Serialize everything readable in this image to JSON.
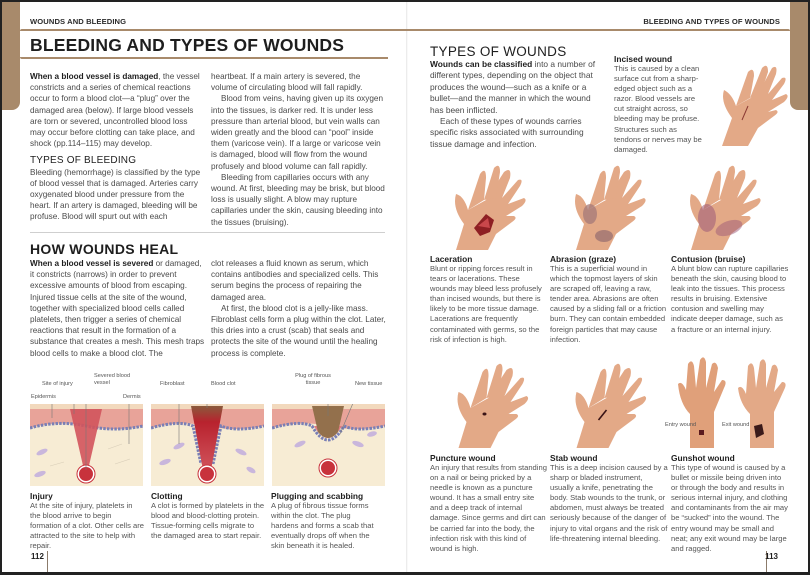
{
  "spread": {
    "left_page": {
      "running_head": "WOUNDS AND BLEEDING",
      "page_title": "BLEEDING AND TYPES OF WOUNDS",
      "intro": {
        "lead": "When a blood vessel is damaged",
        "col1_rest": ", the vessel constricts and a series of chemical reactions occur to form a blood clot—a “plug” over the damaged area (below). If large blood vessels are torn or severed, uncontrolled blood loss may occur before clotting can take place, and shock (pp.114–115) may develop.",
        "types_heading": "TYPES OF BLEEDING",
        "types_text": "Bleeding (hemorrhage) is classified by the type of blood vessel that is damaged. Arteries carry oxygenated blood under pressure from the heart. If an artery is damaged, bleeding will be profuse. Blood will spurt out with each",
        "col2_p1": "heartbeat. If a main artery is severed, the volume of circulating blood will fall rapidly.",
        "col2_p2": "Blood from veins, having given up its oxygen into the tissues, is darker red. It is under less pressure than arterial blood, but vein walls can widen greatly and the blood can “pool” inside them (varicose vein). If a large or varicose vein is damaged, blood will flow from the wound profusely and blood volume can fall rapidly.",
        "col2_p3": "Bleeding from capillaries occurs with any wound. At first, bleeding may be brisk, but blood loss is usually slight. A blow may rupture capillaries under the skin, causing bleeding into the tissues (bruising)."
      },
      "heal": {
        "heading": "HOW WOUNDS HEAL",
        "lead": "When a blood vessel is severed",
        "col1_rest": " or damaged, it constricts (narrows) in order to prevent excessive amounts of blood from escaping. Injured tissue cells at the site of the wound, together with specialized blood cells called platelets, then trigger a series of chemical reactions that result in the formation of a substance that creates a mesh. This mesh traps blood cells to make a blood clot. The",
        "col2_p1": "clot releases a fluid known as serum, which contains antibodies and specialized cells. This serum begins the process of repairing the damaged area.",
        "col2_p2": "At first, the blood clot is a jelly-like mass. Fibroblast cells form a plug within the clot. Later, this dries into a crust (scab) that seals and protects the site of the wound until the healing process is complete."
      },
      "diagrams": [
        {
          "labels": [
            "Site of injury",
            "Severed blood vessel",
            "Epidermis",
            "Dermis"
          ],
          "title": "Injury",
          "text": "At the site of injury, platelets in the blood arrive to begin formation of a clot. Other cells are attracted to the site to help with repair."
        },
        {
          "labels": [
            "Fibroblast",
            "Blood clot"
          ],
          "title": "Clotting",
          "text": "A clot is formed by platelets in the blood and blood-clotting protein. Tissue-forming cells migrate to the damaged area to start repair."
        },
        {
          "labels": [
            "Plug of fibrous tissue",
            "New tissue"
          ],
          "title": "Plugging and scabbing",
          "text": "A plug of fibrous tissue forms within the clot. The plug hardens and forms a scab that eventually drops off when the skin beneath it is healed."
        }
      ],
      "page_number": "112"
    },
    "right_page": {
      "running_head": "BLEEDING AND TYPES OF WOUNDS",
      "types": {
        "heading": "TYPES OF WOUNDS",
        "lead": "Wounds can be classified",
        "p1_rest": " into a number of different types, depending on the object that produces the wound—such as a knife or a bullet—and the manner in which the wound has been inflicted.",
        "p2": "Each of these types of wounds carries specific risks associated with surrounding tissue damage and infection."
      },
      "wounds": [
        {
          "title": "Incised wound",
          "text": "This is caused by a clean surface cut from a sharp-edged object such as a razor. Blood vessels are cut straight across, so bleeding may be profuse. Structures such as tendons or nerves may be damaged."
        },
        {
          "title": "Laceration",
          "text": "Blunt or ripping forces result in tears or lacerations. These wounds may bleed less profusely than incised wounds, but there is likely to be more tissue damage. Lacerations are frequently contaminated with germs, so the risk of infection is high."
        },
        {
          "title": "Abrasion (graze)",
          "text": "This is a superficial wound in which the topmost layers of skin are scraped off, leaving a raw, tender area. Abrasions are often caused by a sliding fall or a friction burn. They can contain embedded foreign particles that may cause infection."
        },
        {
          "title": "Contusion (bruise)",
          "text": "A blunt blow can rupture capillaries beneath the skin, causing blood to leak into the tissues. This process results in bruising. Extensive contusion and swelling may indicate deeper damage, such as a fracture or an internal injury."
        },
        {
          "title": "Puncture wound",
          "text": "An injury that results from standing on a nail or being pricked by a needle is known as a puncture wound. It has a small entry site and a deep track of internal damage. Since germs and dirt can be carried far into the body, the infection risk with this kind of wound is high."
        },
        {
          "title": "Stab wound",
          "text": "This is a deep incision caused by a sharp or bladed instrument, usually a knife, penetrating the body. Stab wounds to the trunk, or abdomen, must always be treated seriously because of the danger of injury to vital organs and the risk of life-threatening internal bleeding."
        },
        {
          "title": "Gunshot wound",
          "text": "This type of wound is caused by a bullet or missile being driven into or through the body and results in serious internal injury, and clothing and contaminants from the air may be “sucked” into the wound. The entry wound may be small and neat; any exit wound may be large and ragged."
        }
      ],
      "gunshot_labels": {
        "entry": "Entry wound",
        "exit": "Exit wound"
      },
      "page_number": "113"
    }
  },
  "colors": {
    "accent_brown": "#a88a6b",
    "skin": "#e6b08f",
    "blood": "#c8323c",
    "dermis": "#f6ead2"
  }
}
